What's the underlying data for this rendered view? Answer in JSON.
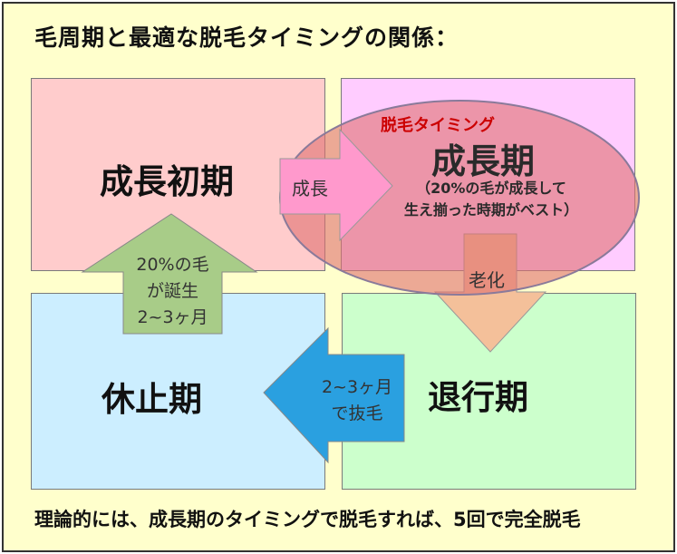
{
  "title": "毛周期と最適な脱毛タイミングの関係：",
  "footer": "理論的には、成長期のタイミングで脱毛すれば、5回で完全脱毛",
  "phases": {
    "early_growth": "成長初期",
    "growth": "成長期",
    "regression": "退行期",
    "rest": "休止期"
  },
  "highlight": {
    "timing_label": "脱毛タイミング",
    "note_line1": "（20%の毛が成長して",
    "note_line2": "生え揃った時期がベスト）"
  },
  "arrows": {
    "growth": "成長",
    "aging": "老化",
    "shedding_line1": "2~3ヶ月",
    "shedding_line2": "で抜毛",
    "birth_line1": "20%の毛",
    "birth_line2": "が誕生",
    "birth_line3": "2~3ヶ月"
  },
  "colors": {
    "background": "#ffffcc",
    "early_growth": "#ffcccc",
    "growth": "#ffccff",
    "regression": "#ccffcc",
    "rest": "#cceeff",
    "highlight_ellipse": "#e07070",
    "growth_arrow": "#ff99cc",
    "aging_arrow": "#f4c09a",
    "shedding_arrow": "#2aa0e0",
    "birth_arrow": "#a8cc88",
    "timing_text": "#cc0000"
  }
}
